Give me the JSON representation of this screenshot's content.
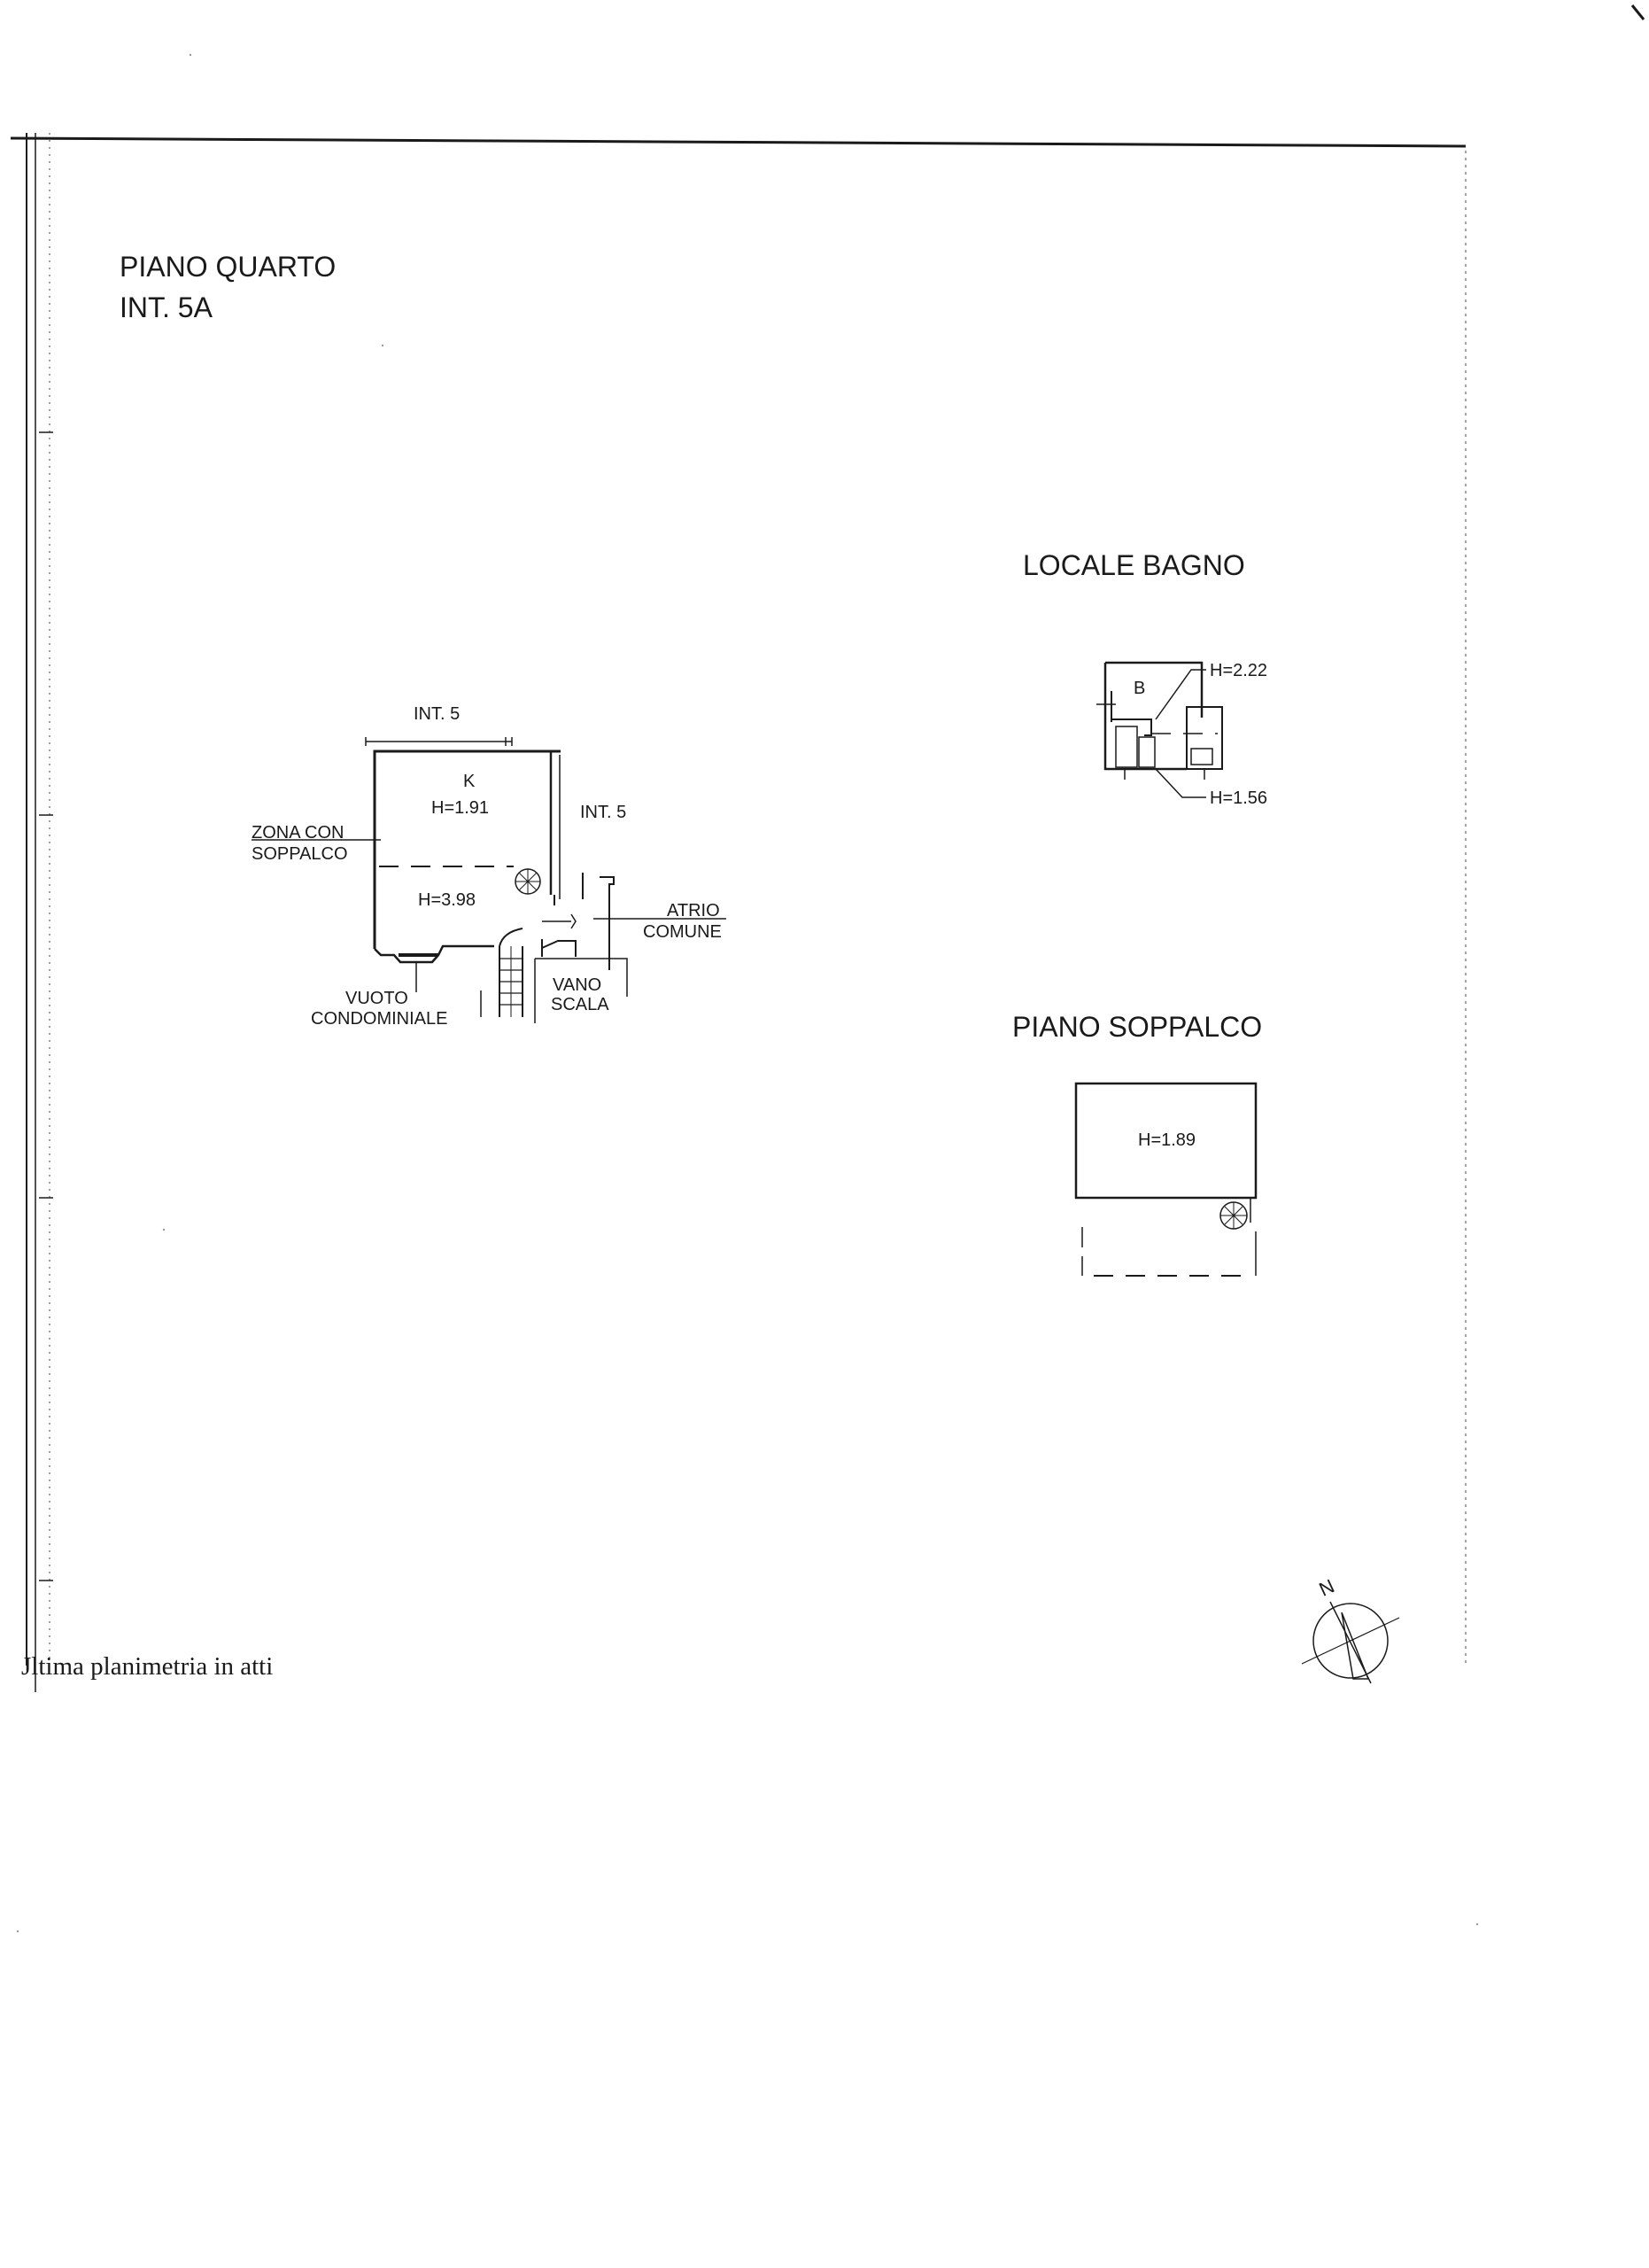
{
  "piano_quarto": {
    "title": "PIANO QUARTO",
    "subtitle": "INT. 5A",
    "labels": {
      "int5_top": "INT. 5",
      "int5_right": "INT. 5",
      "kitchen": "K",
      "h_kitchen": "H=1.91",
      "zona_line1": "ZONA CON",
      "zona_line2": "SOPPALCO",
      "h_lower": "H=3.98",
      "atrio_line1": "ATRIO",
      "atrio_line2": "COMUNE",
      "vuoto_line1": "VUOTO",
      "vuoto_line2": "CONDOMINIALE",
      "vano_line1": "VANO",
      "vano_line2": "SCALA"
    }
  },
  "locale_bagno": {
    "title": "LOCALE BAGNO",
    "labels": {
      "room": "B",
      "h_high": "H=2.22",
      "h_low": "H=1.56"
    }
  },
  "piano_soppalco": {
    "title": "PIANO SOPPALCO",
    "labels": {
      "h": "H=1.89"
    }
  },
  "compass": {
    "north": "N"
  },
  "footer": {
    "note": "Jltima planimetria in atti"
  }
}
